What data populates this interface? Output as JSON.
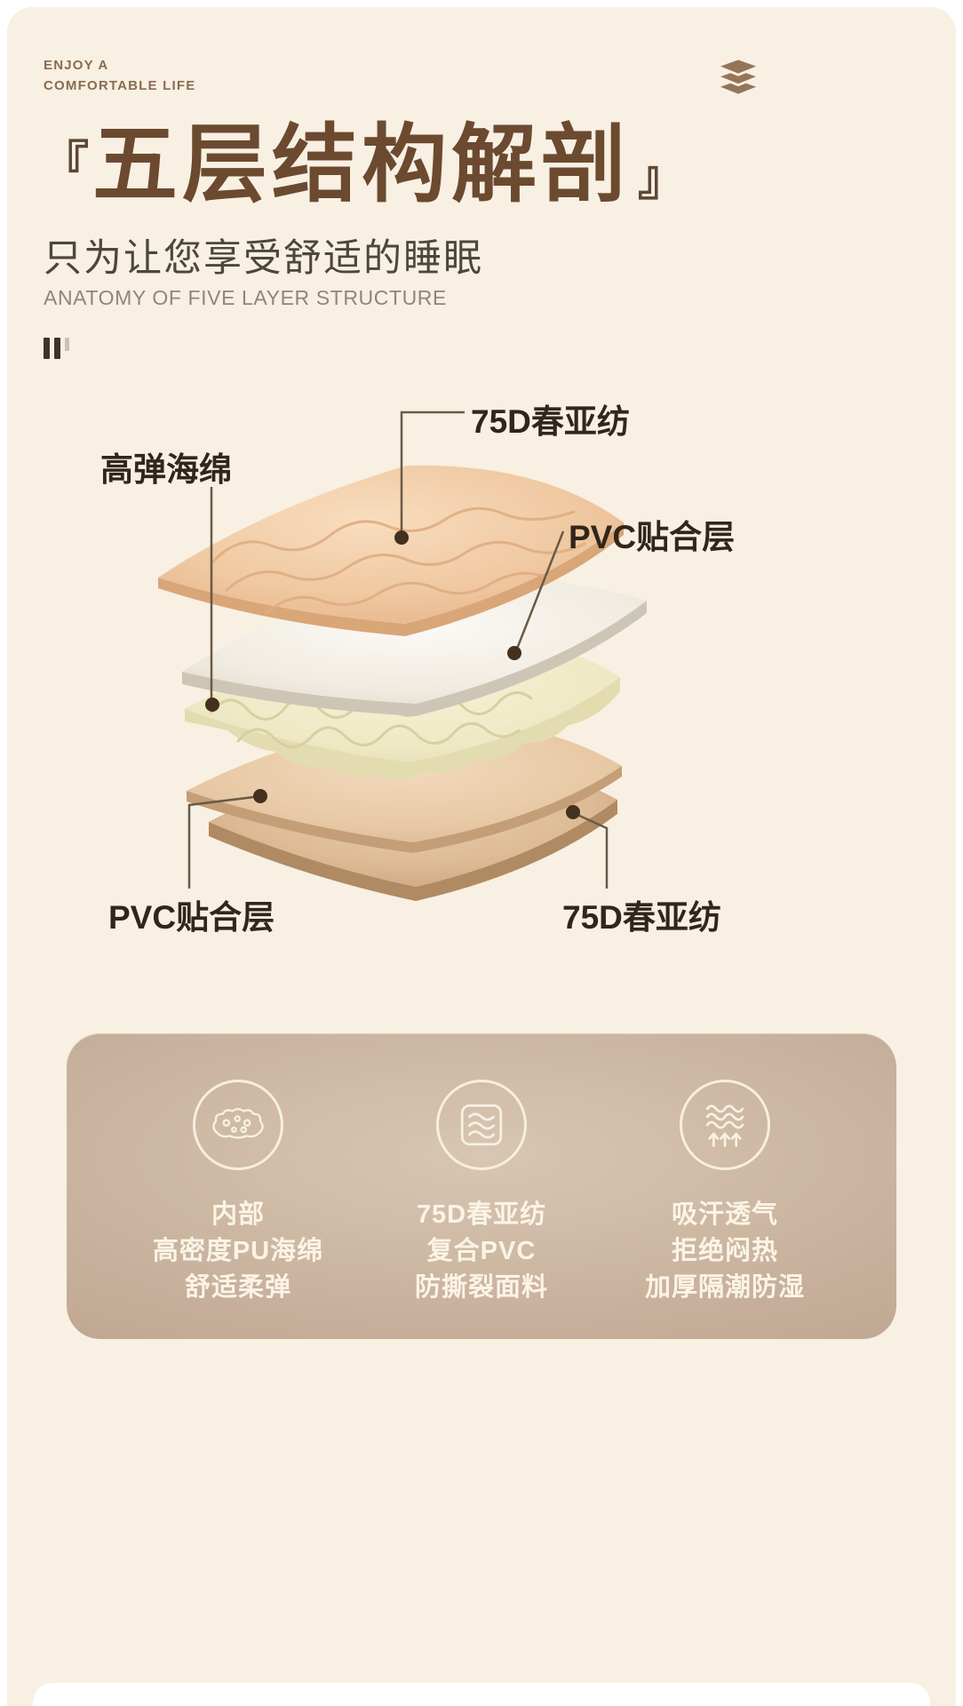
{
  "header": {
    "tagline_line1": "ENJOY A",
    "tagline_line2": "COMFORTABLE LIFE",
    "icon": "stacked-mats-icon"
  },
  "title": {
    "bracket_left": "『",
    "text": "五层结构解剖",
    "bracket_right": "』",
    "subtitle": "只为让您享受舒适的睡眠",
    "subtitle_en": "ANATOMY OF FIVE LAYER STRUCTURE",
    "marker_icon": "section-marker-bars"
  },
  "diagram": {
    "labels": {
      "top": "75D春亚纺",
      "left": "高弹海绵",
      "right": "PVC贴合层",
      "bottom_left": "PVC贴合层",
      "bottom_right": "75D春亚纺"
    },
    "layers_top_to_bottom": [
      "75D春亚纺",
      "PVC贴合层",
      "高弹海绵",
      "PVC贴合层",
      "75D春亚纺"
    ]
  },
  "features": {
    "items": [
      {
        "icon": "sponge-icon",
        "lines": [
          "内部",
          "高密度PU海绵",
          "舒适柔弹"
        ]
      },
      {
        "icon": "fabric-layers-icon",
        "lines": [
          "75D春亚纺",
          "复合PVC",
          "防撕裂面料"
        ]
      },
      {
        "icon": "breathable-icon",
        "lines": [
          "吸汗透气",
          "拒绝闷热",
          "加厚隔潮防湿"
        ]
      }
    ]
  },
  "colors": {
    "background": "#f8f0e2",
    "title_brown": "#6b4a30",
    "label_dark": "#30261a",
    "card_gradient_light": "#d8c6b2",
    "card_gradient_dark": "#a2876f",
    "cream_text": "#fbf4e6",
    "layer_fabric_peach": "#f0c9a2",
    "layer_pvc_white": "#f1ece2",
    "layer_foam_yellow": "#eee9c4",
    "layer_pvc_tan": "#e7c8a4",
    "layer_fabric_tan": "#dcba94"
  }
}
